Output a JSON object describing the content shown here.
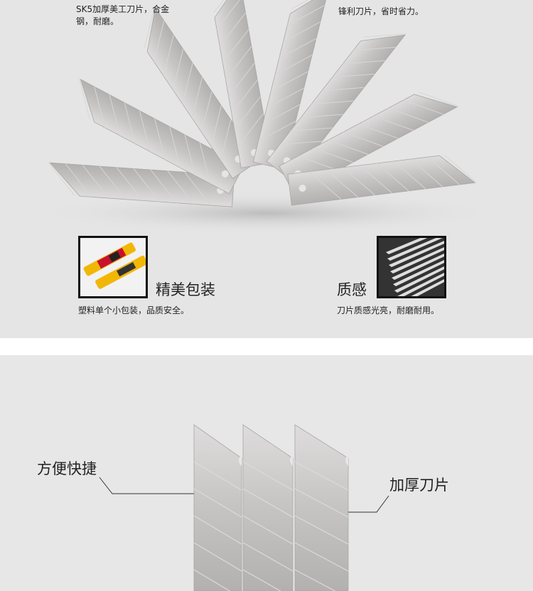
{
  "top": {
    "feature1_line1": "SK5加厚美工刀片，合金",
    "feature1_line2": "钢，耐磨。",
    "feature2": "锋利刀片，省时省力。"
  },
  "packaging": {
    "title": "精美包装",
    "description": "塑料单个小包装，品质安全。"
  },
  "texture": {
    "title": "质感",
    "description": "刀片质感光亮，耐磨耐用。"
  },
  "bottom": {
    "label_left": "方便快捷",
    "label_right": "加厚刀片"
  },
  "colors": {
    "background": "#e5e5e5",
    "package_yellow": "#f2b705",
    "blade_silver": "#c9c6c6"
  }
}
